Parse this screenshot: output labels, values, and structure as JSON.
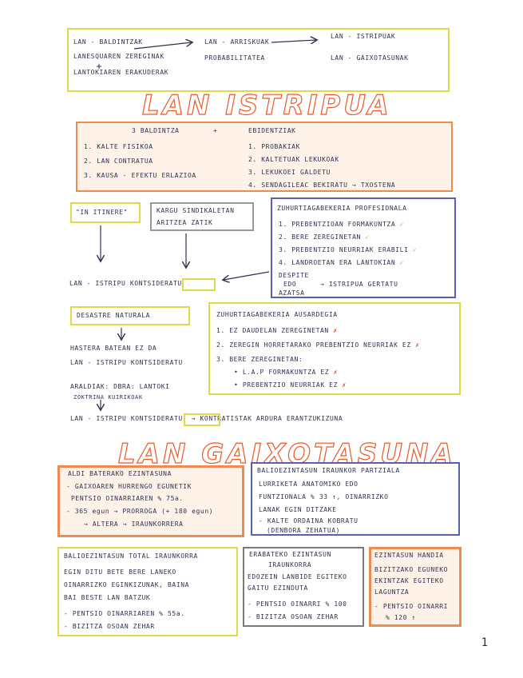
{
  "top": {
    "a1": "LAN - BALDINTZAK",
    "a2": "LANESQUAREN ZEREGINAK",
    "a3": "LANTOKIAREN ERAKUDERAK",
    "b1": "LAN - ARRISKUAK",
    "b2": "PROBABILITATEA",
    "c1": "LAN - ISTRIPUAK",
    "c2": "LAN - GAIXOTASUNAK"
  },
  "title1": "LAN ISTRIPUA",
  "cond": {
    "header1": "3 BALDINTZA",
    "plus": "+",
    "header2": "EBIDENTZIAK",
    "left": [
      "1. KALTE FISIKOA",
      "2. LAN CONTRATUA",
      "3. KAUSA - EFEKTU ERLAZIOA"
    ],
    "right": [
      "1. PROBAKIAK",
      "2. KALTETUAK LEKUKOAK",
      "3. LEKUKOEI GALDETU",
      "4. SENDAGILEAC BEKIRATU → TXOSTENA"
    ]
  },
  "mid": {
    "in_itinere": "\"IN ITINERE\"",
    "karguak1": "KARGU SINDIKALETAN",
    "karguak2": "ARITZEA ZATIK",
    "zuh_title": "ZUHURTIAGABEKERIA PROFESIONALA",
    "zuh_items": [
      "1. PREBENTZIOAN FORMAKUNTZA",
      "2. BERE ZEREGINETAN",
      "3. PREBENTZIO NEURRIAK ERABILI",
      "4. LANDROETAN ERA LANTOKIAN"
    ],
    "despite1": "DESPITE",
    "despite2": "EDO",
    "despite3": "AZATSA",
    "despite_to": "→ ISTRIPUA GERTATU",
    "lan_istripu": "LAN - ISTRIPU KONTSIDERATU",
    "check": "✓"
  },
  "lower": {
    "desastre": "DESASTRE NATURALA",
    "hastera1": "HASTERA BATEAN EZ DA",
    "hastera2": "LAN - ISTRIPU KONTSIDERATU",
    "araldiak1": "ARALDIAK: DBRA: LANTOKI",
    "araldiak2": "ZOKTRINA   KUIRIKOAK",
    "zuh2_title": "ZUHURTIAGABEKERIA AUSARDEGIA",
    "zuh2_items": [
      "1. EZ DAUDELAN ZEREGINETAN",
      "2. ZEREGIN HORRETARAKO PREBENTZIO NEURRIAK EZ",
      "3. BERE ZEREGINETAN:"
    ],
    "zuh2_sub": [
      "• L.A.P FORMAKUNTZA EZ",
      "• PREBENTZIO NEURRIAK EZ"
    ],
    "cross": "✗",
    "bottom": "LAN - ISTRIPU KONTSIDERATU! → KONTRATISTAK ARDURA ERANTZUKIZUNA"
  },
  "title2": "LAN GAIXOTASUNA",
  "g": {
    "b1_title": "ALDI BATERAKO EZINTASUNA",
    "b1_lines": [
      "- GAIXOAREN HURRENGO EGUNETIK",
      "PENTSIO OINARRIAREN % 75a.",
      "- 365 egun → PRORROGA (+ 180 egun)",
      "→ ALTERA → IRAUNKORRERA"
    ],
    "b2_title": "BALIOEZINTASUN IRAUNKOR PARTZIALA",
    "b2_lines": [
      "LURRIKETA ANATOMIKO EDO",
      "FUNTZIONALA % 33 ↑, OINARRIZKO",
      "LANAK EGIN DITZAKE",
      "- KALTE ORDAINA KOBRATU",
      "(DENBORA ZEHATUA)"
    ],
    "b3_title": "BALIOEZINTASUN TOTAL IRAUNKORRA",
    "b3_lines": [
      "EGIN DITU BETE BERE LANEKO",
      "OINARRIZKO EGINKIZUNAK, BAINA",
      "BAI BESTE LAN BATZUK",
      "- PENTSIO OINARRIAREN % 55a.",
      "- BIZITZA OSOAN ZEHAR"
    ],
    "b4_title": "ERABATEKO EZINTASUN",
    "b4_lines": [
      "IRAUNKORRA",
      "EDOZEIN LANBIDE EGITEKO",
      "GAITU EZINDUTA",
      "- PENTSIO OINARRI % 100",
      "- BIZITZA OSOAN ZEHAR"
    ],
    "b5_title": "EZINTASUN HANDIA",
    "b5_lines": [
      "BIZITZAKO EGUNEKO",
      "EKINTZAK EGITEKO",
      "LAGUNTZA",
      "- PENTSIO OINARRI",
      "% 120 ↑"
    ]
  },
  "page": "1"
}
